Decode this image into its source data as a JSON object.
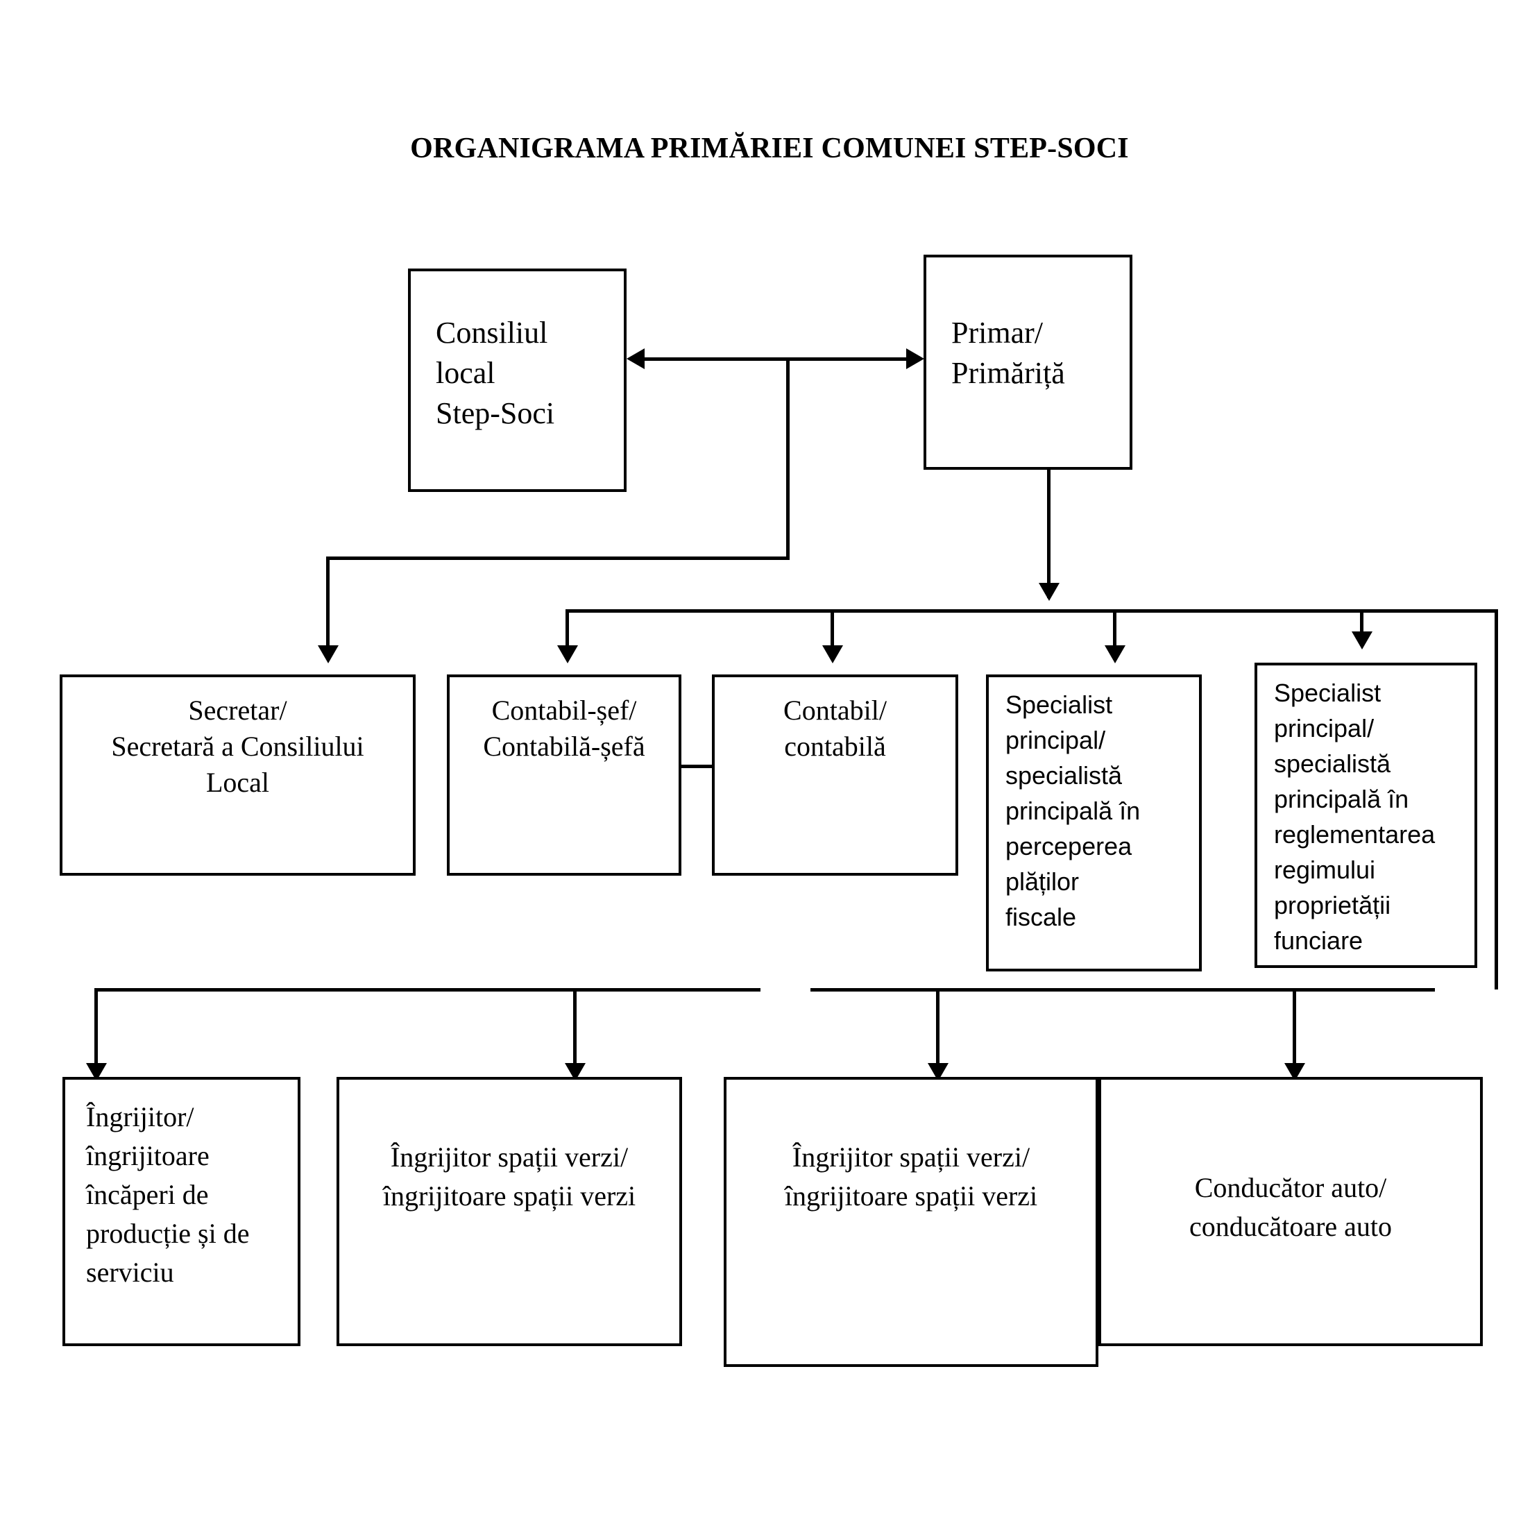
{
  "diagram": {
    "title": "ORGANIGRAMA  PRIMĂRIEI COMUNEI STEP-SOCI",
    "type": "organizational-chart",
    "language": "ro",
    "background_color": "#ffffff",
    "line_color": "#000000",
    "text_color": "#000000",
    "nodes": {
      "council": {
        "label": "Consiliul\nlocal\nStep-Soci",
        "level": 1
      },
      "mayor": {
        "label": "Primar/\nPrimăriță",
        "level": 1
      },
      "secretary": {
        "label": "Secretar/\nSecretară a Consiliului\nLocal",
        "level": 2
      },
      "chief_accountant": {
        "label": "Contabil-șef/\nContabilă-șefă",
        "level": 2
      },
      "accountant": {
        "label": "Contabil/\ncontabilă",
        "level": 2
      },
      "specialist_fiscal": {
        "label": "Specialist\nprincipal/\nspecialistă\nprincipală  în\nperceperea\nplăților\nfiscale",
        "level": 2
      },
      "specialist_land": {
        "label": "Specialist\nprincipal/\nspecialistă\nprincipală  în\nreglementarea\nregimului\nproprietății\nfunciare",
        "level": 2
      },
      "caretaker_rooms": {
        "label": "Îngrijitor/\nîngrijitoare\nîncăperi de\nproducție și de\nserviciu",
        "level": 3
      },
      "green_spaces_1": {
        "label": "Îngrijitor spații verzi/\nîngrijitoare spații verzi",
        "level": 3
      },
      "green_spaces_2": {
        "label": "Îngrijitor spații verzi/\nîngrijitoare spații verzi",
        "level": 3
      },
      "driver": {
        "label": "Conducător auto/\nconducătoare auto",
        "level": 3
      }
    },
    "edges": [
      {
        "from": "council",
        "to": "mayor",
        "style": "bidirectional"
      },
      {
        "from": "council",
        "to": "secretary",
        "style": "arrow-down"
      },
      {
        "from": "mayor",
        "to": "chief_accountant",
        "style": "arrow-down"
      },
      {
        "from": "mayor",
        "to": "accountant",
        "style": "arrow-down"
      },
      {
        "from": "mayor",
        "to": "specialist_fiscal",
        "style": "arrow-down"
      },
      {
        "from": "mayor",
        "to": "specialist_land",
        "style": "arrow-down"
      },
      {
        "from": "chief_accountant",
        "to": "accountant",
        "style": "arrow-right"
      },
      {
        "from": "mayor",
        "to": "caretaker_rooms",
        "style": "arrow-down"
      },
      {
        "from": "mayor",
        "to": "green_spaces_1",
        "style": "arrow-down"
      },
      {
        "from": "mayor",
        "to": "green_spaces_2",
        "style": "arrow-down"
      },
      {
        "from": "mayor",
        "to": "driver",
        "style": "arrow-down"
      }
    ]
  }
}
